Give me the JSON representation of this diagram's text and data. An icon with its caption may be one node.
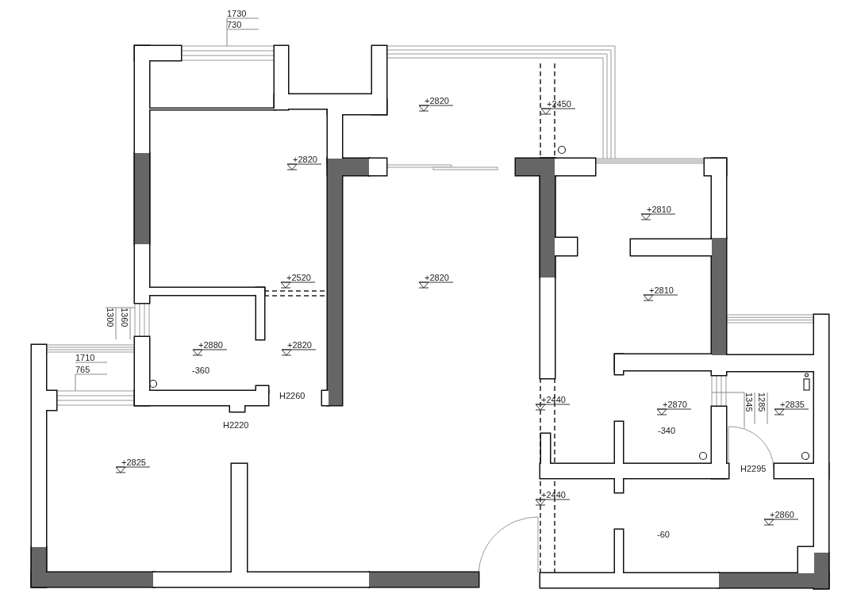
{
  "diagram": {
    "labels": [
      "1730",
      "730",
      "+2820",
      "+2450",
      "+2820",
      "+2810",
      "+2520",
      "+2820",
      "+2810",
      "1360",
      "1300",
      "+2880",
      "+2820",
      "1710",
      "-360",
      "765",
      "H2260",
      "+2440",
      "1285",
      "1345",
      "+2870",
      "+2835",
      "H2220",
      "-340",
      "+2825",
      "H2295",
      "+2440",
      "+2860",
      "-60"
    ]
  }
}
